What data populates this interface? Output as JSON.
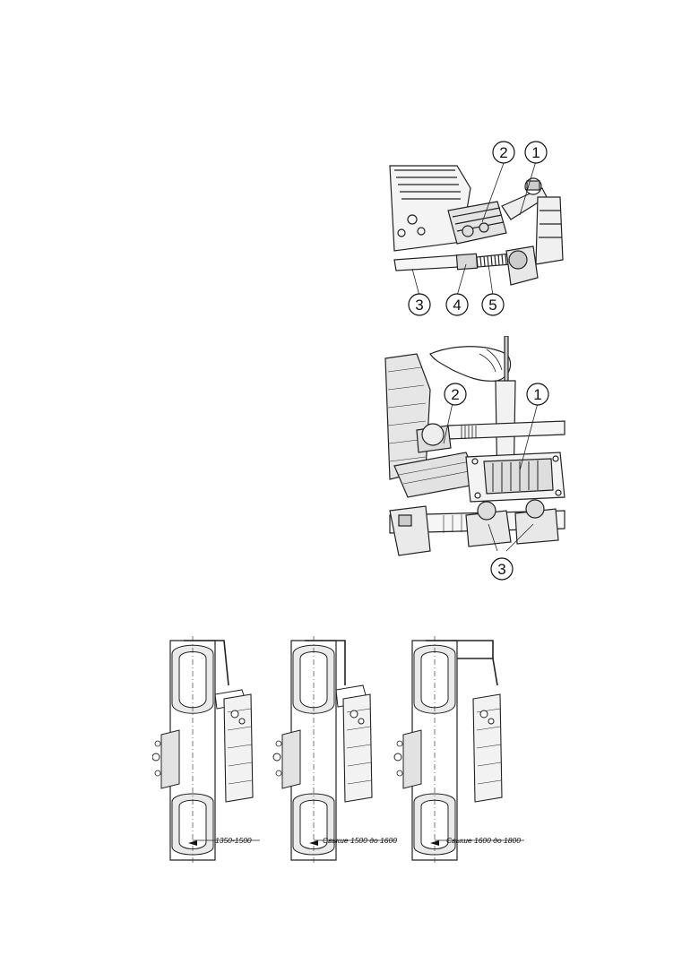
{
  "figure1": {
    "callouts": [
      "2",
      "1",
      "3",
      "4",
      "5"
    ]
  },
  "figure2": {
    "callouts": [
      "2",
      "1",
      "3"
    ]
  },
  "figure3": {
    "labels": [
      "1350-1500",
      "Свыше 1500 до 1600",
      "Свыше 1600 до 1800"
    ]
  }
}
